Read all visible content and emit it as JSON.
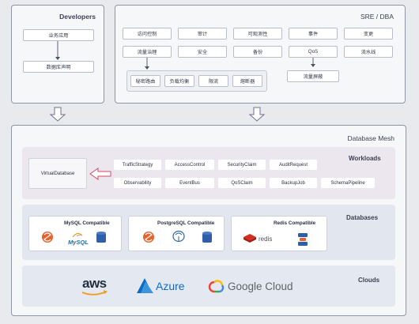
{
  "developers": {
    "title": "Developers",
    "items": [
      "业务应用",
      "数据库声明"
    ]
  },
  "sre": {
    "title": "SRE / DBA",
    "row1": [
      "访问控制",
      "审计",
      "可观测性",
      "事件",
      "变更"
    ],
    "row2": [
      "流量治理",
      "安全",
      "备份",
      "QoS",
      "流水线"
    ],
    "sub_traffic": [
      "秘密路由",
      "负载均衡",
      "限流",
      "熔断器"
    ],
    "sub_qos": "流量屏蔽"
  },
  "mesh": {
    "title": "Database Mesh",
    "workloads": {
      "title": "Workloads",
      "virtual_db": "VirtualDatabase",
      "row1": [
        "TrafficStrategy",
        "AccessControl",
        "SecurityClaim",
        "AuditRequest"
      ],
      "row2": [
        "Observability",
        "EventBus",
        "QoSClaim",
        "BackupJob",
        "SchemaPipeline"
      ]
    },
    "databases": {
      "title": "Databases",
      "mysql": {
        "title": "MySQL Compatible",
        "logo_text": "MySQL"
      },
      "postgres": {
        "title": "PostgreSQL Compatible"
      },
      "redis": {
        "title": "Redis Compatible",
        "logo_text": "redis"
      }
    },
    "clouds": {
      "title": "Clouds",
      "aws": "aws",
      "azure": "Azure",
      "google": "Google Cloud"
    }
  },
  "colors": {
    "workloads_band": "#ece6ee",
    "databases_band": "#e2e6ef",
    "clouds_band": "#e4e8f0",
    "shardingsphere_orange": "#e8622c",
    "redis_red": "#d82c20",
    "aws_orange": "#f29a1f",
    "azure_blue": "#0b6cc4",
    "db_blue": "#2f5fa8",
    "arrow_pink": "#d94a63"
  }
}
